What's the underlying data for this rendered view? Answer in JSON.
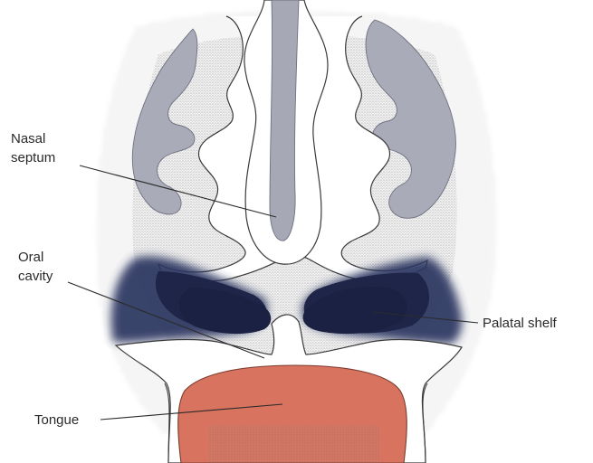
{
  "labels": {
    "nasal_septum_line1": "Nasal",
    "nasal_septum_line2": "septum",
    "oral_cavity_line1": "Oral",
    "oral_cavity_line2": "cavity",
    "palatal_shelf": "Palatal shelf",
    "tongue": "Tongue"
  },
  "colors": {
    "background": "#ffffff",
    "stipple": "#9a9a9a",
    "turbinate_gray": "#a9abb8",
    "septum_gray": "#a7a8b5",
    "palatal_shelf_navy": "#2c3560",
    "palatal_shelf_dark": "#1b2142",
    "tongue_salmon": "#d8735f",
    "outline": "#3a3a3a"
  }
}
